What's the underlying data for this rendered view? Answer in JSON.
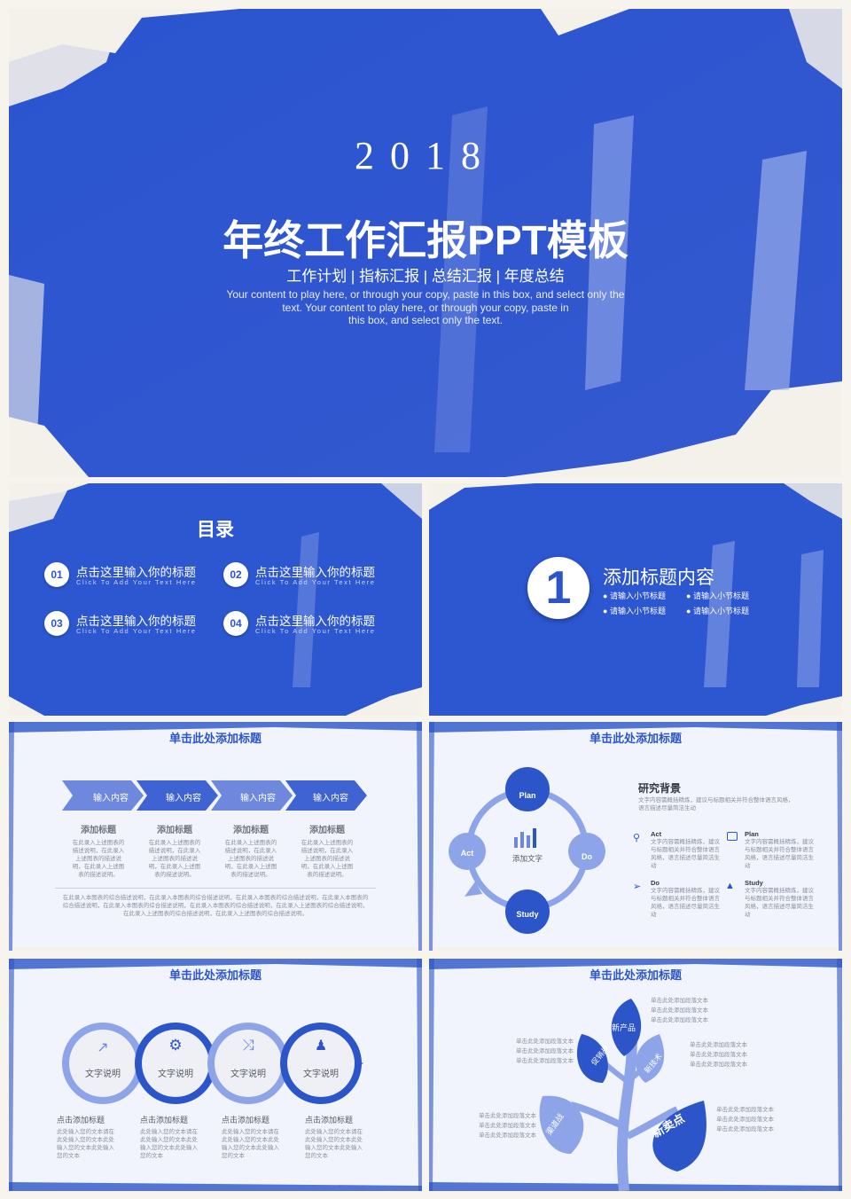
{
  "cover": {
    "year": "2018",
    "title": "年终工作汇报PPT模板",
    "subtitle": "工作计划 | 指标汇报 | 总结汇报 | 年度总结",
    "desc_line1": "Your content to play here, or through your copy, paste in this box, and select only the",
    "desc_line2": "text. Your content to play here, or through your copy, paste in",
    "desc_line3": "this box, and select only the text."
  },
  "toc": {
    "title": "目录",
    "items": [
      {
        "num": "01",
        "title": "点击这里输入你的标题",
        "sub": "Click To Add Your Text Here"
      },
      {
        "num": "02",
        "title": "点击这里输入你的标题",
        "sub": "Click To Add Your Text Here"
      },
      {
        "num": "03",
        "title": "点击这里输入你的标题",
        "sub": "Click To Add Your Text Here"
      },
      {
        "num": "04",
        "title": "点击这里输入你的标题",
        "sub": "Click To Add Your Text Here"
      }
    ]
  },
  "section": {
    "number": "1",
    "title": "添加标题内容",
    "bullets": [
      "请输入小节标题",
      "请输入小节标题",
      "请输入小节标题",
      "请输入小节标题"
    ]
  },
  "process": {
    "title": "单击此处添加标题",
    "arrows": [
      "输入内容",
      "输入内容",
      "输入内容",
      "输入内容"
    ],
    "cols": [
      {
        "head": "添加标题",
        "lines": [
          "在此录入上述图表的",
          "描述说明，在此录入",
          "上述图表的描述说",
          "明，在此录入上述图",
          "表的描述说明。"
        ]
      },
      {
        "head": "添加标题",
        "lines": [
          "在此录入上述图表的",
          "描述说明，在此录入",
          "上述图表的描述说",
          "明，在此录入上述图",
          "表的描述说明。"
        ]
      },
      {
        "head": "添加标题",
        "lines": [
          "在此录入上述图表的",
          "描述说明，在此录入",
          "上述图表的描述说",
          "明，在此录入上述图",
          "表的描述说明。"
        ]
      },
      {
        "head": "添加标题",
        "lines": [
          "在此录入上述图表的",
          "描述说明，在此录入",
          "上述图表的描述说",
          "明，在此录入上述图",
          "表的描述说明。"
        ]
      }
    ],
    "summary": [
      "在此录入本图表的综合描述说明，在此录入本图表的综合描述说明，在此录入本图表的综合描述说明，在此录入本图表的",
      "综合描述说明，在此录入本图表的综合描述说明，在此录入本图表的综合描述说明，在此录入上述图表的综合描述说明，",
      "在此录入上述图表的综合描述说明，在此录入上述图表的综合描述说明。"
    ]
  },
  "pdca": {
    "title": "单击此处添加标题",
    "nodes": [
      "Plan",
      "Do",
      "Study",
      "Act"
    ],
    "center": "添加文字",
    "bg_title": "研究背景",
    "bg_desc1": "文字内容需概括精炼，建议与标题相关并符合整体语言风格，",
    "bg_desc2": "语言描述尽量简洁生动",
    "items": [
      {
        "label": "Act",
        "icon": "search-icon",
        "lines": [
          "文字内容需概括精炼，建议",
          "与标题相关并符合整体语言",
          "风格，语言描述尽量简洁生",
          "动"
        ]
      },
      {
        "label": "Plan",
        "icon": "wallet-icon",
        "lines": [
          "文字内容需概括精炼，建议",
          "与标题相关并符合整体语言",
          "风格，语言描述尽量简洁生",
          "动"
        ]
      },
      {
        "label": "Do",
        "icon": "paper-plane-icon",
        "lines": [
          "文字内容需概括精炼，建议",
          "与标题相关并符合整体语言",
          "风格，语言描述尽量简洁生",
          "动"
        ]
      },
      {
        "label": "Study",
        "icon": "graduation-cap-icon",
        "lines": [
          "文字内容需概括精炼，建议",
          "与标题相关并符合整体语言",
          "风格，语言描述尽量简洁生",
          "动"
        ]
      }
    ]
  },
  "circles": {
    "title": "单击此处添加标题",
    "items": [
      {
        "label": "文字说明",
        "icon": "trend-up-icon",
        "head": "点击添加标题",
        "lines": [
          "此处输入您的文本请在",
          "此处输入您的文本此处",
          "输入您的文本此处输入",
          "您的文本"
        ]
      },
      {
        "label": "文字说明",
        "icon": "gear-icon",
        "head": "点击添加标题",
        "lines": [
          "此处输入您的文本请在",
          "此处输入您的文本此处",
          "输入您的文本此处输入",
          "您的文本"
        ]
      },
      {
        "label": "文字说明",
        "icon": "shuffle-icon",
        "head": "点击添加标题",
        "lines": [
          "此处输入您的文本请在",
          "此处输入您的文本此处",
          "输入您的文本此处输入",
          "您的文本"
        ]
      },
      {
        "label": "文字说明",
        "icon": "person-icon",
        "head": "点击添加标题",
        "lines": [
          "此处输入您的文本请在",
          "此处输入您的文本此处",
          "输入您的文本此处输入",
          "您的文本"
        ]
      }
    ]
  },
  "tree": {
    "title": "单击此处添加标题",
    "leaves": [
      "新产品",
      "促销战",
      "新技术",
      "渠道战",
      "新卖点"
    ],
    "text_top": [
      "单击此处添加段落文本",
      "单击此处添加段落文本",
      "单击此处添加段落文本"
    ],
    "text_left_mid": [
      "单击此处添加段落文本",
      "单击此处添加段落文本",
      "单击此处添加段落文本"
    ],
    "text_right_mid": [
      "单击此处添加段落文本",
      "单击此处添加段落文本",
      "单击此处添加段落文本"
    ],
    "text_left_low": [
      "单击此处添加段落文本",
      "单击此处添加段落文本",
      "单击此处添加段落文本"
    ],
    "text_right_low": [
      "单击此处添加段落文本",
      "单击此处添加段落文本",
      "单击此处添加段落文本"
    ]
  },
  "colors": {
    "primary": "#2b55c9",
    "light": "#8ea4e8",
    "paper": "#f4f1ea"
  }
}
